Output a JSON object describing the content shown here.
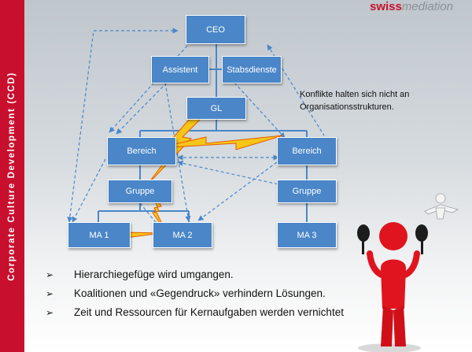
{
  "brand": {
    "part1": "swiss",
    "part2": "mediation"
  },
  "sidebar": {
    "text": "Corporate Culture Development     (CCD)"
  },
  "org": {
    "ceo": "CEO",
    "assistant": "Assistent",
    "staff": "Stabsdienste",
    "gl": "GL",
    "division_left": "Bereich",
    "division_right": "Bereich",
    "group_left": "Gruppe",
    "group_right": "Gruppe",
    "ma1": "MA 1",
    "ma2": "MA 2",
    "ma3": "MA 3"
  },
  "note": {
    "text": "Konflikte halten sich nicht an Organisationsstrukturen."
  },
  "bullets": [
    "Hierarchiegefüge wird umgangen.",
    "Koalitionen und «Gegendruck» verhindern Lösungen.",
    "Zeit und Ressourcen für Kernaufgaben werden vernichtet"
  ],
  "icons": {
    "bullet": "arrowhead-bullet-icon"
  },
  "colors": {
    "accent": "#c8102e",
    "box": "#4a86c8",
    "line": "#4a86c8",
    "lightning": "#f5c518",
    "figure": "#e0141e"
  }
}
